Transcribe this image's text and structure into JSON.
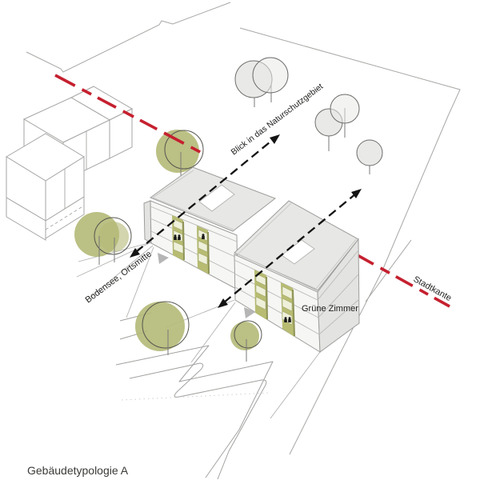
{
  "diagram": {
    "title": "Gebäudetypologie A",
    "annotations": {
      "sightline_ne": "Blick in das Naturschutzgebiet",
      "sightline_sw": "Bodensee, Ortsmitte",
      "green_rooms": "Grüne Zimmer",
      "city_edge": "Stadtkante"
    },
    "colors": {
      "city_edge_line": "#c5202f",
      "tree_green": "#b4b977",
      "loggia_green": "#b7bc72",
      "loggia_fill": "#eef0da",
      "roof_gray": "#e7e7e5",
      "facade_white": "#f6f6f4",
      "tree_gray": "#e9e9e7"
    }
  }
}
